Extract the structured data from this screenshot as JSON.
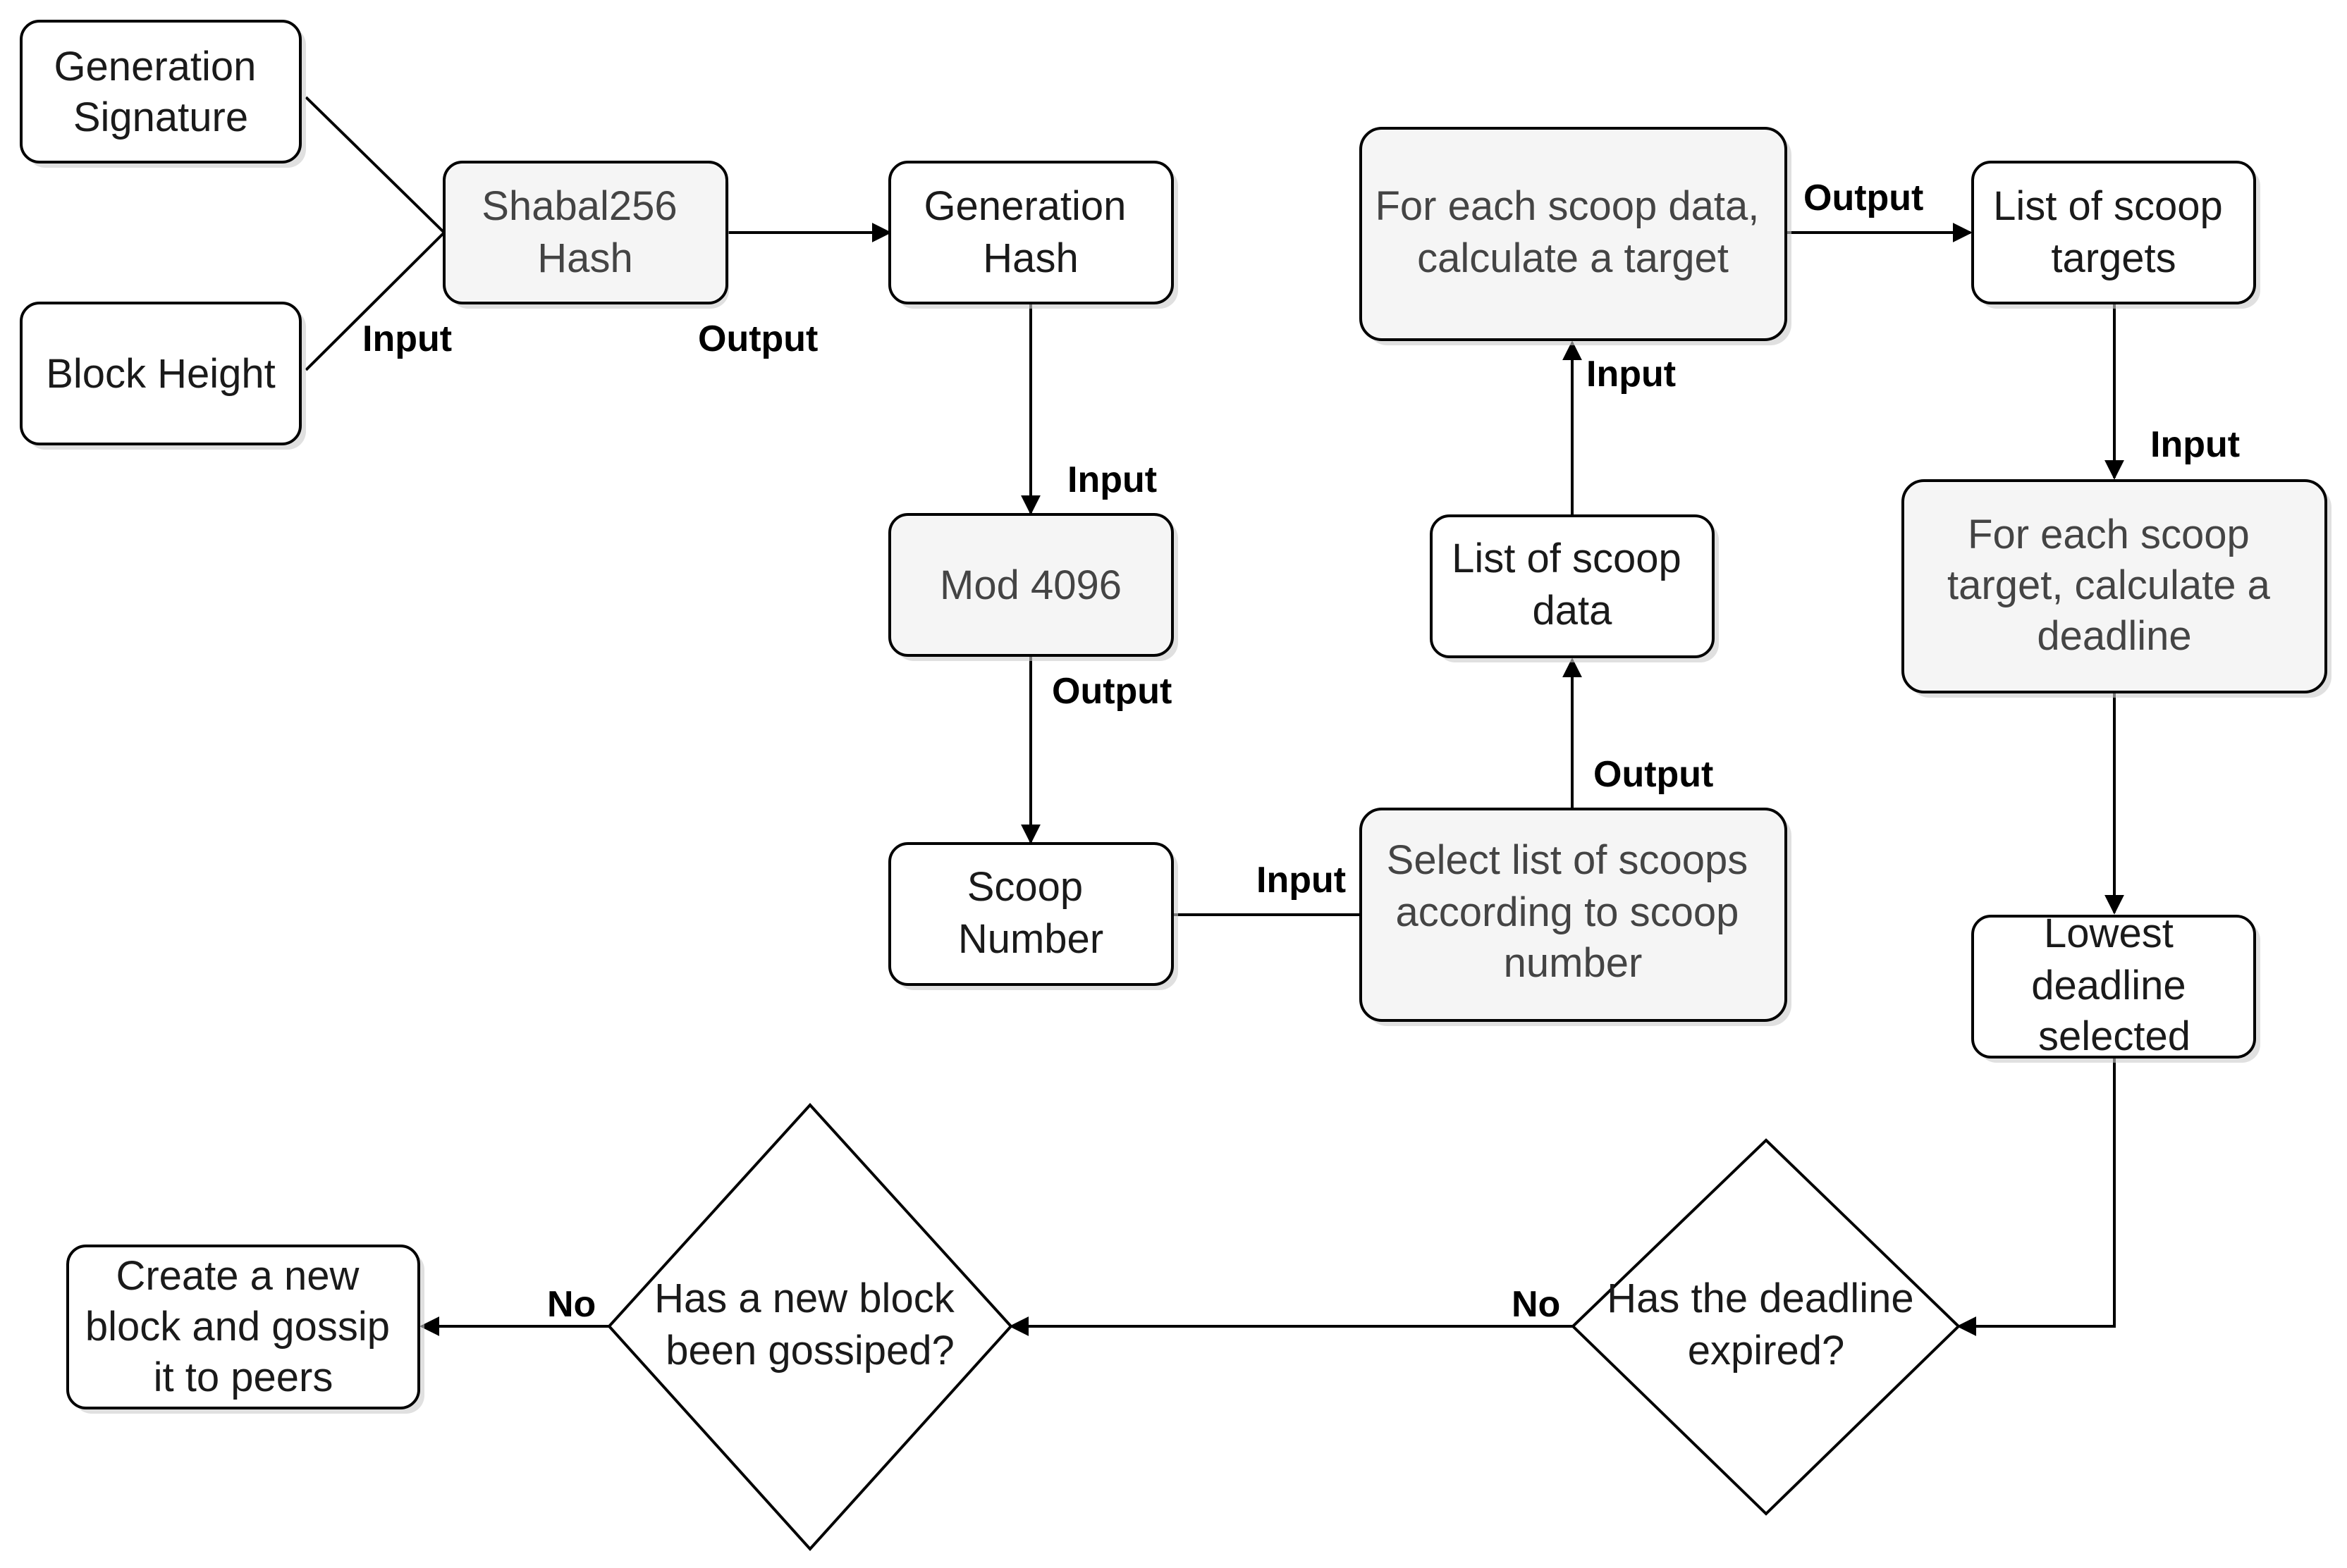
{
  "nodes": {
    "generation_signature": {
      "lines": [
        "Generation",
        "Signature"
      ],
      "shape": "box"
    },
    "block_height": {
      "lines": [
        "Block Height"
      ],
      "shape": "box"
    },
    "shabal_hash": {
      "lines": [
        "Shabal256",
        "Hash"
      ],
      "shape": "process"
    },
    "generation_hash": {
      "lines": [
        "Generation",
        "Hash"
      ],
      "shape": "box"
    },
    "mod_4096": {
      "lines": [
        "Mod 4096"
      ],
      "shape": "process"
    },
    "scoop_number": {
      "lines": [
        "Scoop",
        "Number"
      ],
      "shape": "box"
    },
    "select_scoops": {
      "lines": [
        "Select list of scoops",
        "according to scoop",
        "number"
      ],
      "shape": "process"
    },
    "scoop_data": {
      "lines": [
        "List of scoop",
        "data"
      ],
      "shape": "box"
    },
    "calc_target": {
      "lines": [
        "For each scoop data,",
        "calculate a target"
      ],
      "shape": "process"
    },
    "scoop_targets": {
      "lines": [
        "List of scoop",
        "targets"
      ],
      "shape": "box"
    },
    "calc_deadline": {
      "lines": [
        "For each scoop",
        "target, calculate a",
        "deadline"
      ],
      "shape": "process"
    },
    "lowest_deadline": {
      "lines": [
        "Lowest",
        "deadline",
        "selected"
      ],
      "shape": "box"
    },
    "deadline_expired": {
      "lines": [
        "Has the deadline",
        "expired?"
      ],
      "shape": "decision"
    },
    "block_gossiped": {
      "lines": [
        "Has a new block",
        "been gossiped?"
      ],
      "shape": "decision"
    },
    "create_block": {
      "lines": [
        "Create a new",
        "block and gossip",
        "it to peers"
      ],
      "shape": "box"
    }
  },
  "edge_labels": {
    "input_shabal": "Input",
    "output_shabal": "Output",
    "input_mod": "Input",
    "output_mod": "Output",
    "input_select": "Input",
    "output_select": "Output",
    "input_calc_target": "Input",
    "output_calc_target": "Output",
    "input_calc_deadline": "Input",
    "no_deadline": "No",
    "no_gossip": "No"
  },
  "colors": {
    "box_fill": "#ffffff",
    "process_fill": "#f5f5f5",
    "stroke": "#000000",
    "shadow": "#cccccc"
  }
}
